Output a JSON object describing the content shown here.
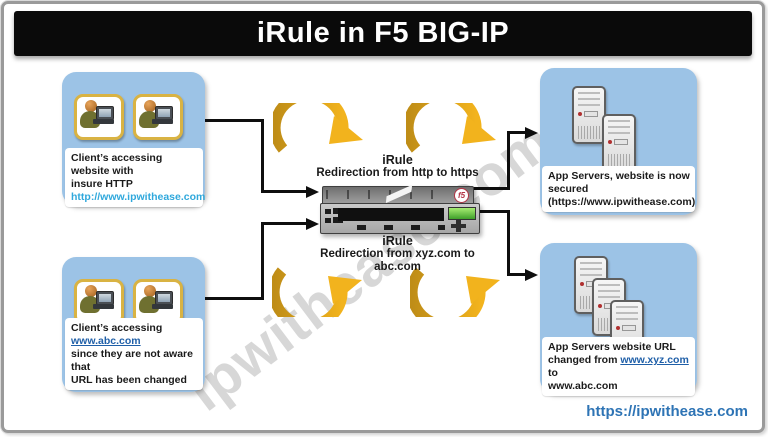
{
  "title": "iRule in F5 BIG-IP",
  "watermark": "ipwithease.com",
  "footer_link": "https://ipwithease.com",
  "device": {
    "logo": "f5"
  },
  "irule_top": {
    "title": "iRule",
    "desc": "Redirection from http to https"
  },
  "irule_bottom": {
    "title": "iRule",
    "desc1": "Redirection from xyz.com to",
    "desc2": "abc.com"
  },
  "client_top": {
    "line1": "Client’s accessing website with",
    "line2": "insure HTTP",
    "link": "http://www.ipwithease.com"
  },
  "client_bottom": {
    "line1": "Client’s accessing",
    "link": "www.abc.com",
    "line2": "since they are not aware that",
    "line3": "URL has been changed"
  },
  "server_top": {
    "line1": "App Servers, website is now",
    "line2": "secured",
    "line3": "(https://www.ipwithease.com)"
  },
  "server_bottom": {
    "line1": "App Servers website URL",
    "line2_prefix": "changed from ",
    "line2_link": "www.xyz.com",
    "line2_suffix": " to",
    "line3": "www.abc.com"
  },
  "colors": {
    "box_blue": "#9cc3e6",
    "arrow_gold": "#e9a91d",
    "title_bg": "#0a0a0a",
    "title_text": "#ffffff",
    "link_light_blue": "#2fa8dc",
    "link_blue": "#1f5fa8",
    "footer_blue": "#2e74b5",
    "f5_red": "#b23345",
    "lcd_green": "#5fc23a"
  }
}
